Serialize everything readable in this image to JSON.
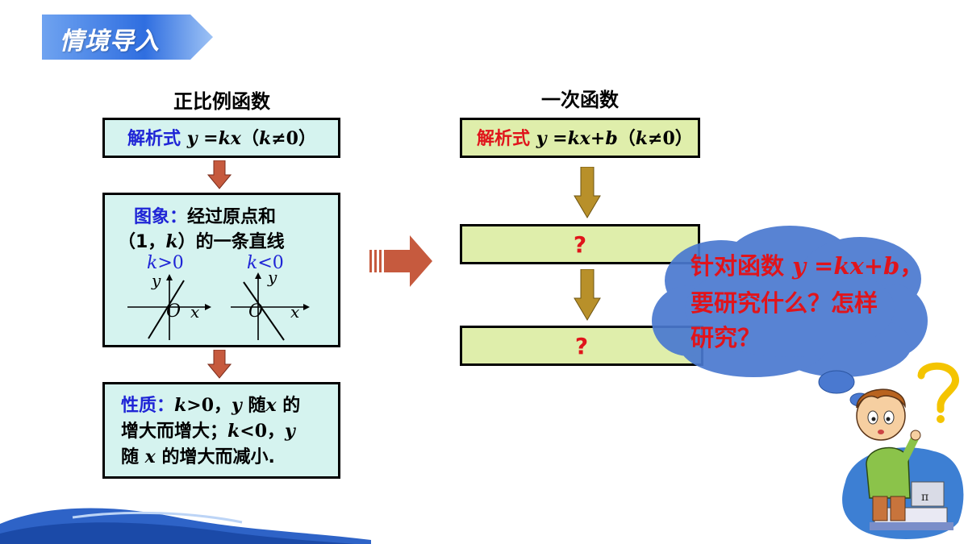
{
  "header": {
    "title": "情境导入"
  },
  "left": {
    "title": "正比例函数",
    "formula": {
      "label": "解析式",
      "expr": "y =kx",
      "cond_open": "（",
      "cond_k": "k",
      "cond_rest": "≠0）"
    },
    "graph": {
      "label": "图象：",
      "text1": "经过原点和",
      "text2_open": "（1，",
      "text2_k": "k",
      "text2_close": "）的一条直线",
      "pos_k": "k",
      "pos_rel": ">0",
      "neg_k": "k",
      "neg_rel": "<0",
      "axis_y": "y",
      "axis_x": "x",
      "origin": "O"
    },
    "property": {
      "label": "性质：",
      "l1_k": "k",
      "l1_a": ">0，",
      "l1_y": "y",
      "l1_b": " 随",
      "l1_x": "x",
      "l1_c": " 的",
      "l2_a": "增大而增大；",
      "l2_k": "k",
      "l2_b": "<0，",
      "l2_y": "y",
      "l3_a": "随 ",
      "l3_x": "x",
      "l3_b": " 的增大而减小."
    }
  },
  "right": {
    "title": "一次函数",
    "formula": {
      "label": "解析式",
      "expr": "y =kx+b",
      "cond_open": "（",
      "cond_k": "k",
      "cond_rest": "≠0）"
    },
    "q1": "?",
    "q2": "?"
  },
  "bubble": {
    "l1_a": "针对函数 ",
    "l1_expr": "y =kx+b",
    "l1_b": "，",
    "l2": "要研究什么？怎样",
    "l3": "研究？"
  },
  "colors": {
    "banner": "#2f6ee0",
    "cyan_box": "#d5f3ef",
    "green_box": "#dfeeab",
    "blue_text": "#1f25d6",
    "red_text": "#e0141b",
    "left_arrow": "#c65a3e",
    "right_arrow": "#b8902a",
    "cloud": "#4a79d0"
  }
}
